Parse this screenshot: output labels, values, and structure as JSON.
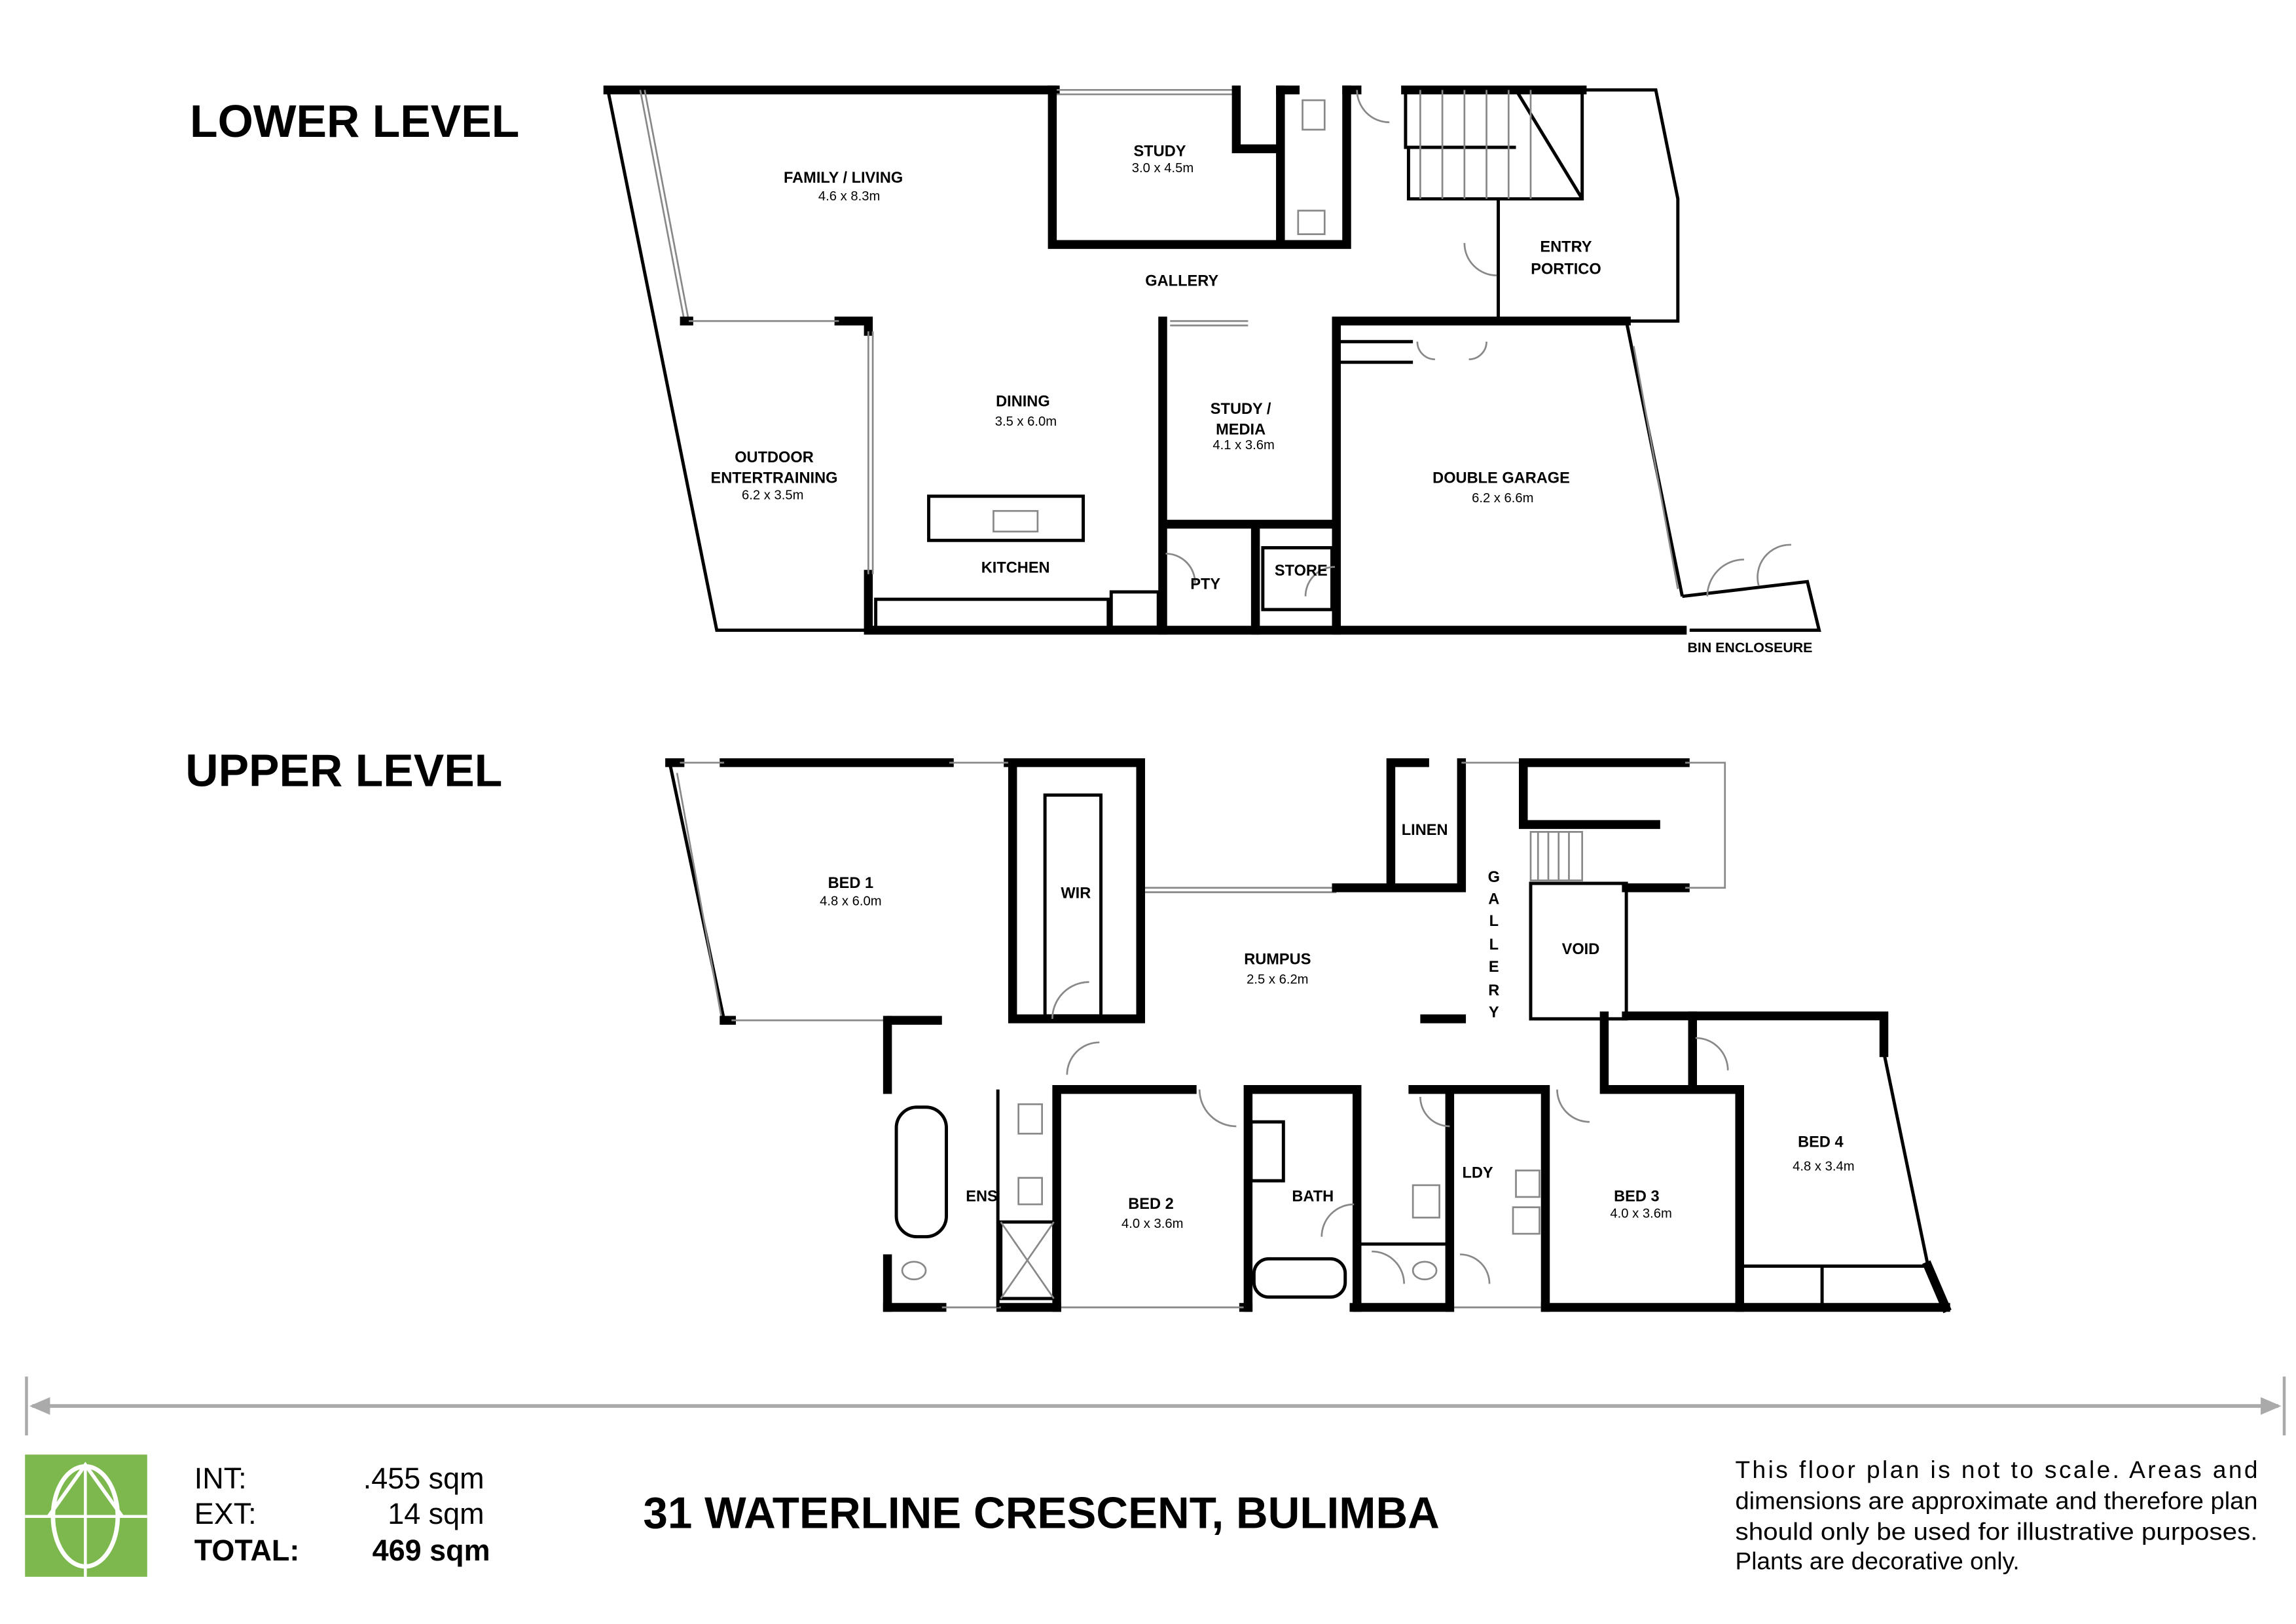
{
  "levels": {
    "lower": "LOWER LEVEL",
    "upper": "UPPER LEVEL"
  },
  "lower_rooms": [
    {
      "name": "FAMILY / LIVING",
      "dim": "4.6 x 8.3m"
    },
    {
      "name": "STUDY",
      "dim": "3.0 x 4.5m"
    },
    {
      "name": "GALLERY"
    },
    {
      "name": "ENTRY",
      "name2": "PORTICO"
    },
    {
      "name": "DINING",
      "dim": "3.5 x 6.0m"
    },
    {
      "name": "STUDY /",
      "name2": "MEDIA",
      "dim": "4.1 x 3.6m"
    },
    {
      "name": "OUTDOOR",
      "name2": "ENTERTRAINING",
      "dim": "6.2 x 3.5m"
    },
    {
      "name": "DOUBLE GARAGE",
      "dim": "6.2 x 6.6m"
    },
    {
      "name": "KITCHEN"
    },
    {
      "name": "PTY"
    },
    {
      "name": "STORE"
    },
    {
      "name": "BIN ENCLOSEURE"
    }
  ],
  "upper_rooms": [
    {
      "name": "BED 1",
      "dim": "4.8 x 6.0m"
    },
    {
      "name": "WIR"
    },
    {
      "name": "RUMPUS",
      "dim": "2.5 x 6.2m"
    },
    {
      "name": "LINEN"
    },
    {
      "name": "GALLERY",
      "letters": [
        "G",
        "A",
        "L",
        "L",
        "E",
        "R",
        "Y"
      ]
    },
    {
      "name": "VOID"
    },
    {
      "name": "BED 4",
      "dim": "4.8 x 3.4m"
    },
    {
      "name": "ENS"
    },
    {
      "name": "BED 2",
      "dim": "4.0 x 3.6m"
    },
    {
      "name": "BATH"
    },
    {
      "name": "LDY"
    },
    {
      "name": "BED 3",
      "dim": "4.0 x 3.6m"
    }
  ],
  "footer": {
    "areas": [
      {
        "label": "INT:",
        "value": ".455 sqm"
      },
      {
        "label": "EXT:",
        "value": "14 sqm"
      },
      {
        "label": "TOTAL:",
        "value": "469 sqm"
      }
    ],
    "address": "31 WATERLINE CRESCENT, BULIMBA",
    "disclaimer": [
      "This floor plan is not to scale. Areas and",
      "dimensions are approximate and therefore plan",
      "should only be used for illustrative purposes.",
      "Plants are decorative only."
    ],
    "logo_color": "#7DB84E"
  }
}
